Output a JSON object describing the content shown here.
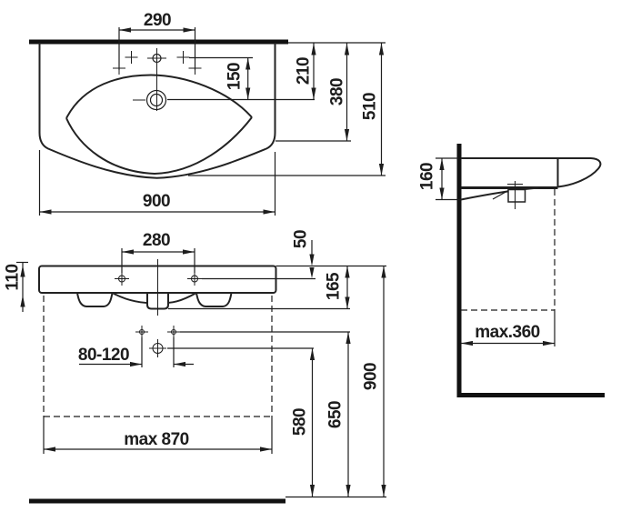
{
  "colors": {
    "ink": "#1d1d1d",
    "background": "#ffffff"
  },
  "drawing": {
    "type": "technical-dimension-drawing",
    "subject": "wall-mounted washbasin shown in three orthographic views (plan/top view, front elevation with installation heights, side section view)",
    "views": [
      {
        "id": "top-view",
        "description": "plan view of basin with oval bowl, tap hole and drain",
        "dimensions_mm": [
          "290",
          "150",
          "210",
          "380",
          "510",
          "900"
        ]
      },
      {
        "id": "front-view",
        "description": "front elevation with fixing holes, supply/waste positions and mounting heights",
        "dimensions_mm": [
          "280",
          "110",
          "50",
          "165",
          "80-120",
          "580",
          "650",
          "900",
          "max 870"
        ]
      },
      {
        "id": "side-view",
        "description": "side section against wall with floor line",
        "dimensions_mm": [
          "160",
          "max.360"
        ]
      }
    ]
  },
  "labels": {
    "top_290": "290",
    "top_150": "150",
    "top_210": "210",
    "top_380": "380",
    "top_510": "510",
    "top_900": "900",
    "front_280": "280",
    "front_110": "110",
    "front_50": "50",
    "front_165": "165",
    "front_range": "80-120",
    "front_580": "580",
    "front_650": "650",
    "front_900": "900",
    "front_max": "max 870",
    "side_160": "160",
    "side_max": "max.360"
  }
}
